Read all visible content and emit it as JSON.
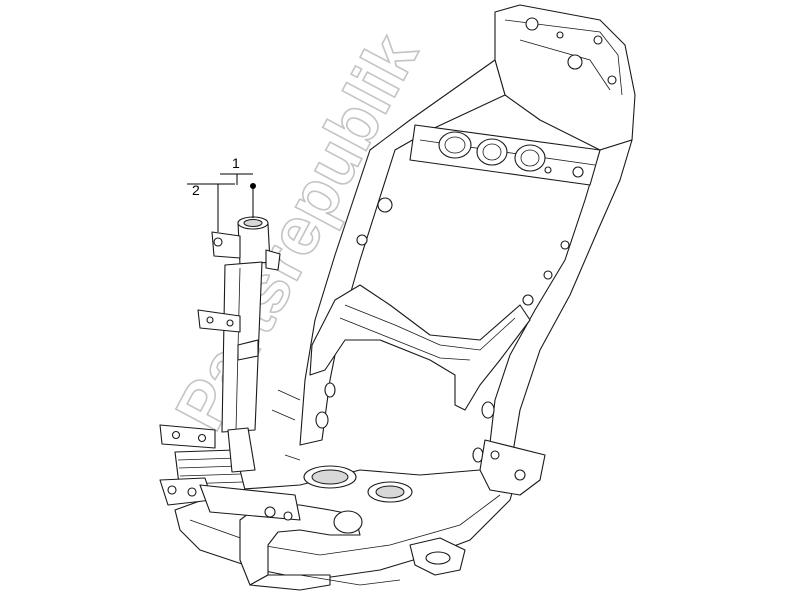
{
  "diagram": {
    "callouts": [
      {
        "id": "callout-1",
        "label": "1"
      },
      {
        "id": "callout-2",
        "label": "2"
      }
    ],
    "watermark": "Partsrepublik"
  }
}
